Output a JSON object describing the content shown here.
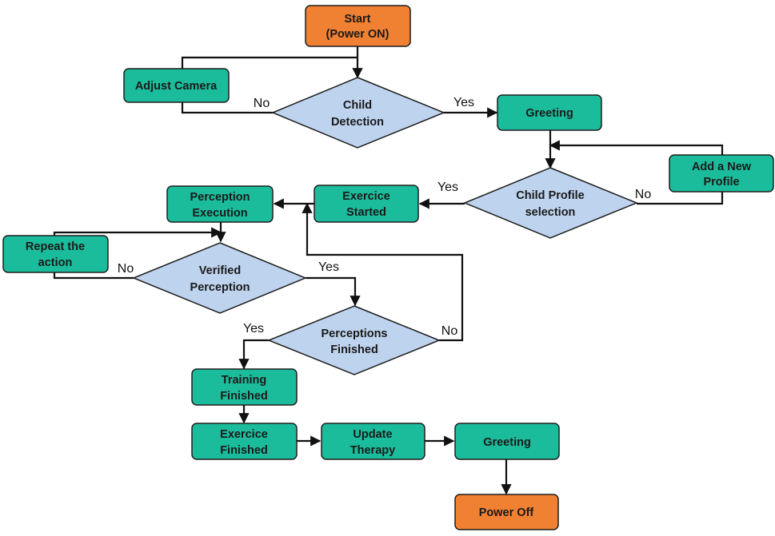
{
  "nodes": {
    "start": [
      "Start",
      "(Power ON)"
    ],
    "adjust_camera": [
      "Adjust Camera"
    ],
    "child_detection": [
      "Child",
      "Detection"
    ],
    "greeting_1": [
      "Greeting"
    ],
    "add_profile": [
      "Add a New",
      "Profile"
    ],
    "child_profile": [
      "Child Profile",
      "selection"
    ],
    "exercice_started": [
      "Exercice",
      "Started"
    ],
    "perception_execution": [
      "Perception",
      "Execution"
    ],
    "repeat_action": [
      "Repeat the",
      "action"
    ],
    "verified_perception": [
      "Verified",
      "Perception"
    ],
    "perceptions_finished": [
      "Perceptions",
      "Finished"
    ],
    "training_finished": [
      "Training",
      "Finished"
    ],
    "exercice_finished": [
      "Exercice",
      "Finished"
    ],
    "update_therapy": [
      "Update",
      "Therapy"
    ],
    "greeting_2": [
      "Greeting"
    ],
    "power_off": [
      "Power Off"
    ]
  },
  "edge_labels": {
    "detection_no": "No",
    "detection_yes": "Yes",
    "profile_yes": "Yes",
    "profile_no": "No",
    "verified_no": "No",
    "verified_yes": "Yes",
    "finished_yes": "Yes",
    "finished_no": "No"
  },
  "colors": {
    "process": "#1bbc9b",
    "terminal": "#f08032",
    "decision": "#bed3ee"
  }
}
